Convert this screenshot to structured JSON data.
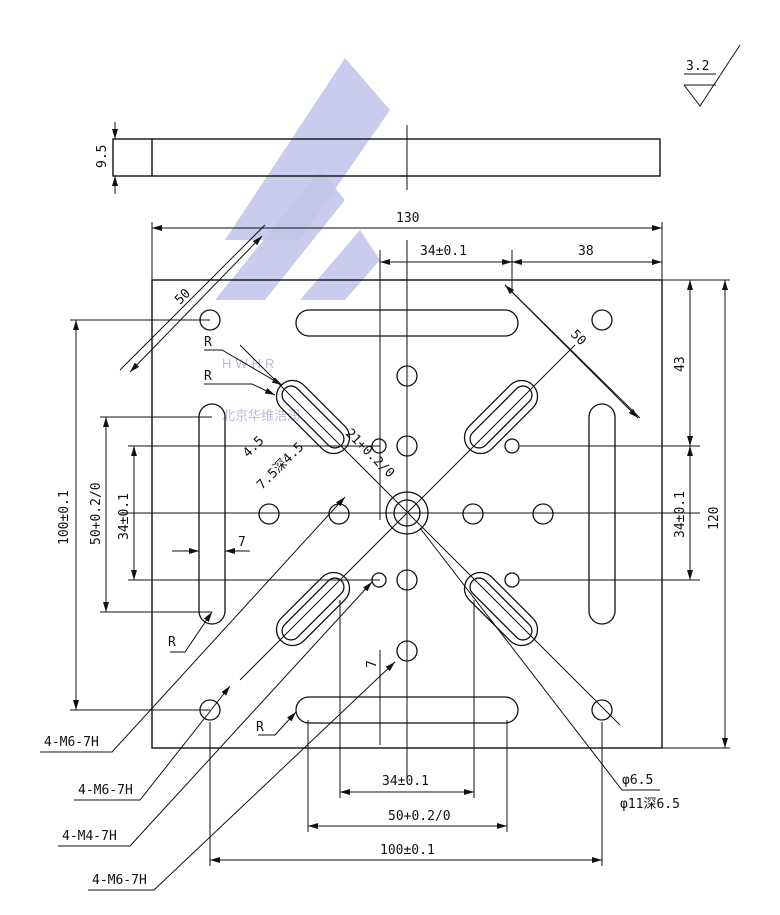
{
  "watermark": {
    "brand": "HWHR",
    "company": "北京华维浩润",
    "color": "#b9bde3"
  },
  "roughness": "3.2",
  "side_view": {
    "thickness": "9.5"
  },
  "dims": {
    "width": "130",
    "top_34": "34±0.1",
    "top_38": "38",
    "diag_50_left": "50",
    "diag_50_right": "50",
    "r1": "R",
    "r2": "R",
    "slot_len": "21+0.2/0",
    "slot_w": "4.5",
    "counterbore": "7.5深4.5",
    "right_43": "43",
    "right_34": "34±0.1",
    "height": "120",
    "left_100": "100±0.1",
    "left_50": "50+0.2/0",
    "left_34": "34±0.1",
    "left_7": "7",
    "r_lower_left": "R",
    "vert_7": "7",
    "r_bottom": "R",
    "bottom_34": "34±0.1",
    "bottom_50": "50+0.2/0",
    "bottom_100": "100±0.1",
    "hole_d": "φ6.5",
    "hole_cb": "φ11深6.5"
  },
  "callouts": [
    "4-M6-7H",
    "4-M6-7H",
    "4-M4-7H",
    "4-M6-7H"
  ]
}
